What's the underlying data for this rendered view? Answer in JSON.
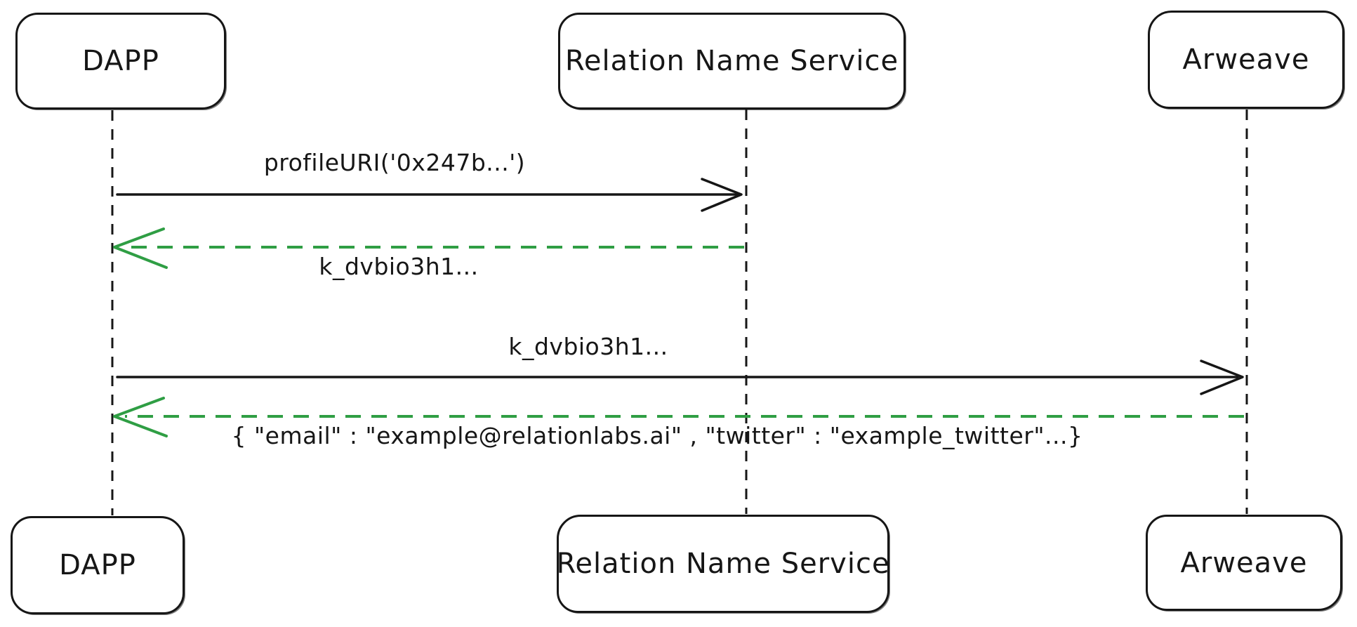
{
  "diagram": {
    "type": "sequence-diagram",
    "background": "#ffffff",
    "colors": {
      "stroke": "#161616",
      "request_arrow": "#161616",
      "response_arrow": "#2f9e44",
      "text": "#161616"
    },
    "participants": [
      {
        "id": "dapp",
        "label": "DAPP"
      },
      {
        "id": "relation-name-service",
        "label": "Relation Name Service"
      },
      {
        "id": "arweave",
        "label": "Arweave"
      }
    ],
    "messages": [
      {
        "from": "DAPP",
        "to": "Relation Name Service",
        "kind": "request",
        "line": "solid",
        "label": "profileURI('0x247b...')"
      },
      {
        "from": "Relation Name Service",
        "to": "DAPP",
        "kind": "response",
        "line": "dashed",
        "label": "k_dvbio3h1..."
      },
      {
        "from": "DAPP",
        "to": "Arweave",
        "kind": "request",
        "line": "solid",
        "label": "k_dvbio3h1..."
      },
      {
        "from": "Arweave",
        "to": "DAPP",
        "kind": "response",
        "line": "dashed",
        "label": "{ \"email\" : \"example@relationlabs.ai\"  ,  \"twitter\" : \"example_twitter\"...}"
      }
    ]
  }
}
